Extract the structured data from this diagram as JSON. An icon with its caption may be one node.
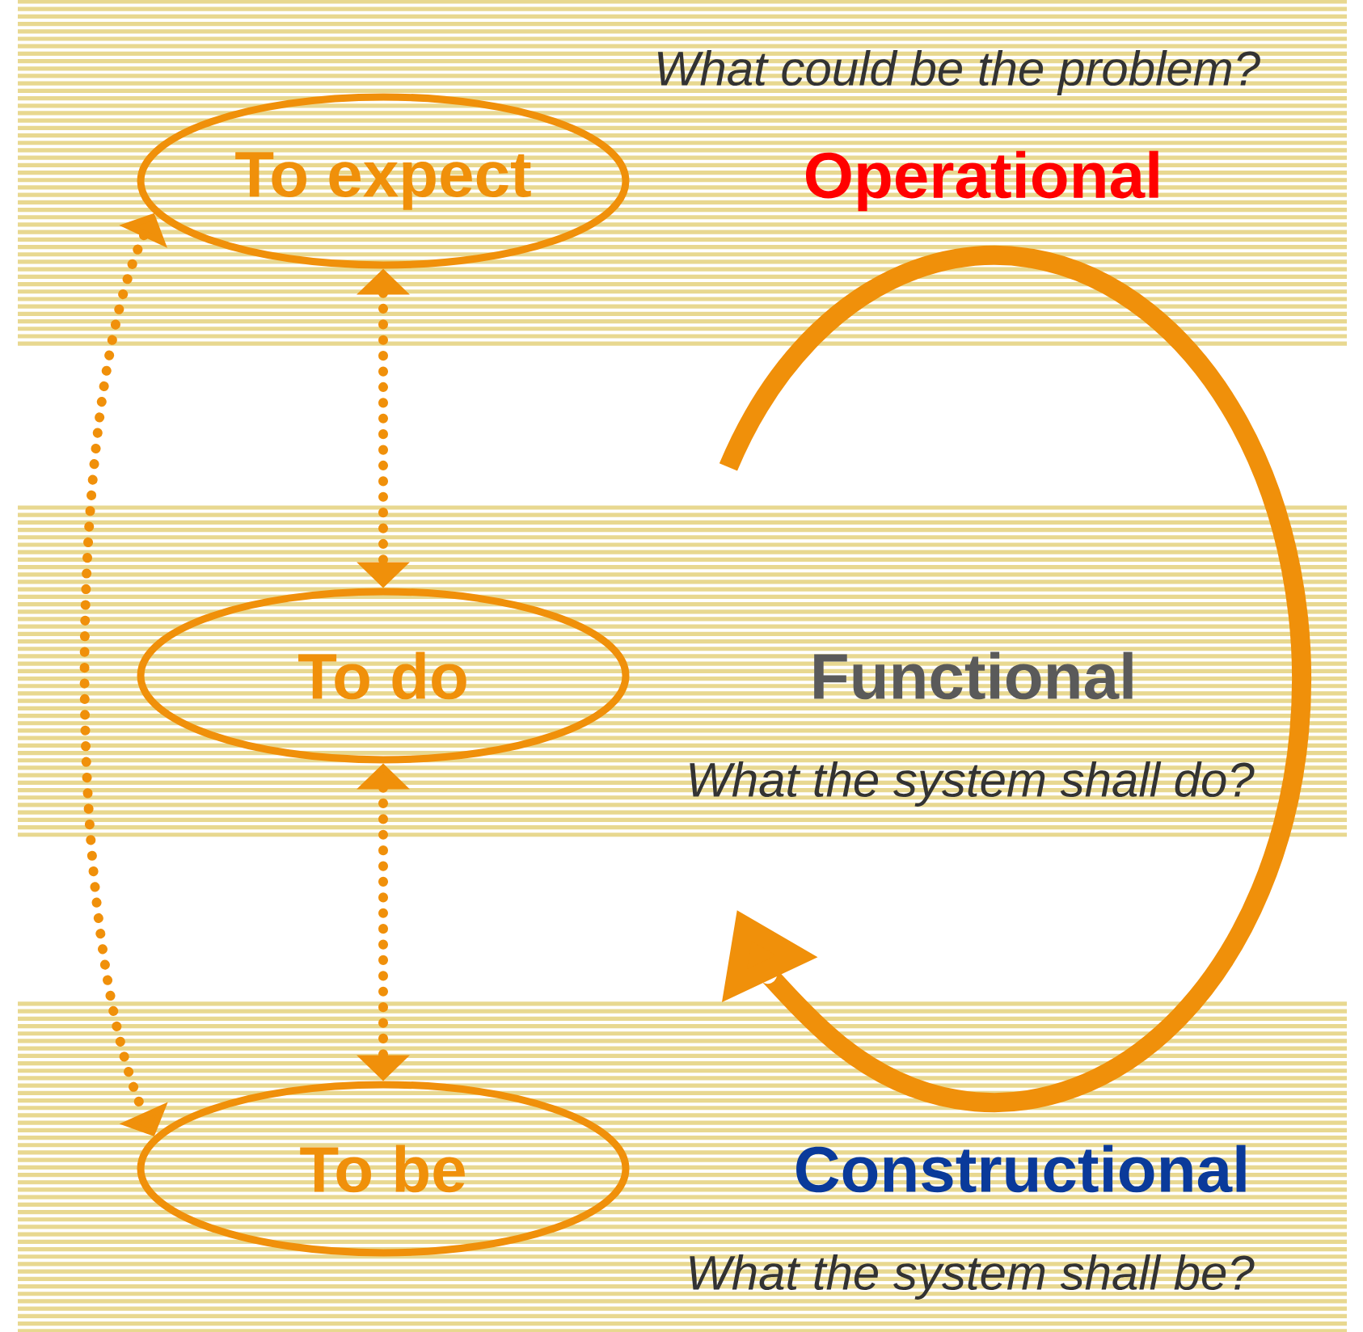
{
  "diagram": {
    "nodes": [
      {
        "text": [
          "To expect"
        ]
      },
      {
        "text": [
          "To do"
        ]
      },
      {
        "text": [
          "To be"
        ]
      }
    ],
    "edges": [
      {
        "from": 0,
        "to": 1,
        "arrow": "both",
        "style": "dashed"
      },
      {
        "from": 1,
        "to": 2,
        "arrow": "both",
        "style": "dashed"
      },
      {
        "from": 0,
        "to": 2,
        "arrow": "both",
        "style": "dashed"
      }
    ],
    "labels": [
      "What could be the problem?",
      "Operational",
      "Functional",
      "What the system shall do?",
      "Constructional",
      "What the system shall be?"
    ]
  }
}
